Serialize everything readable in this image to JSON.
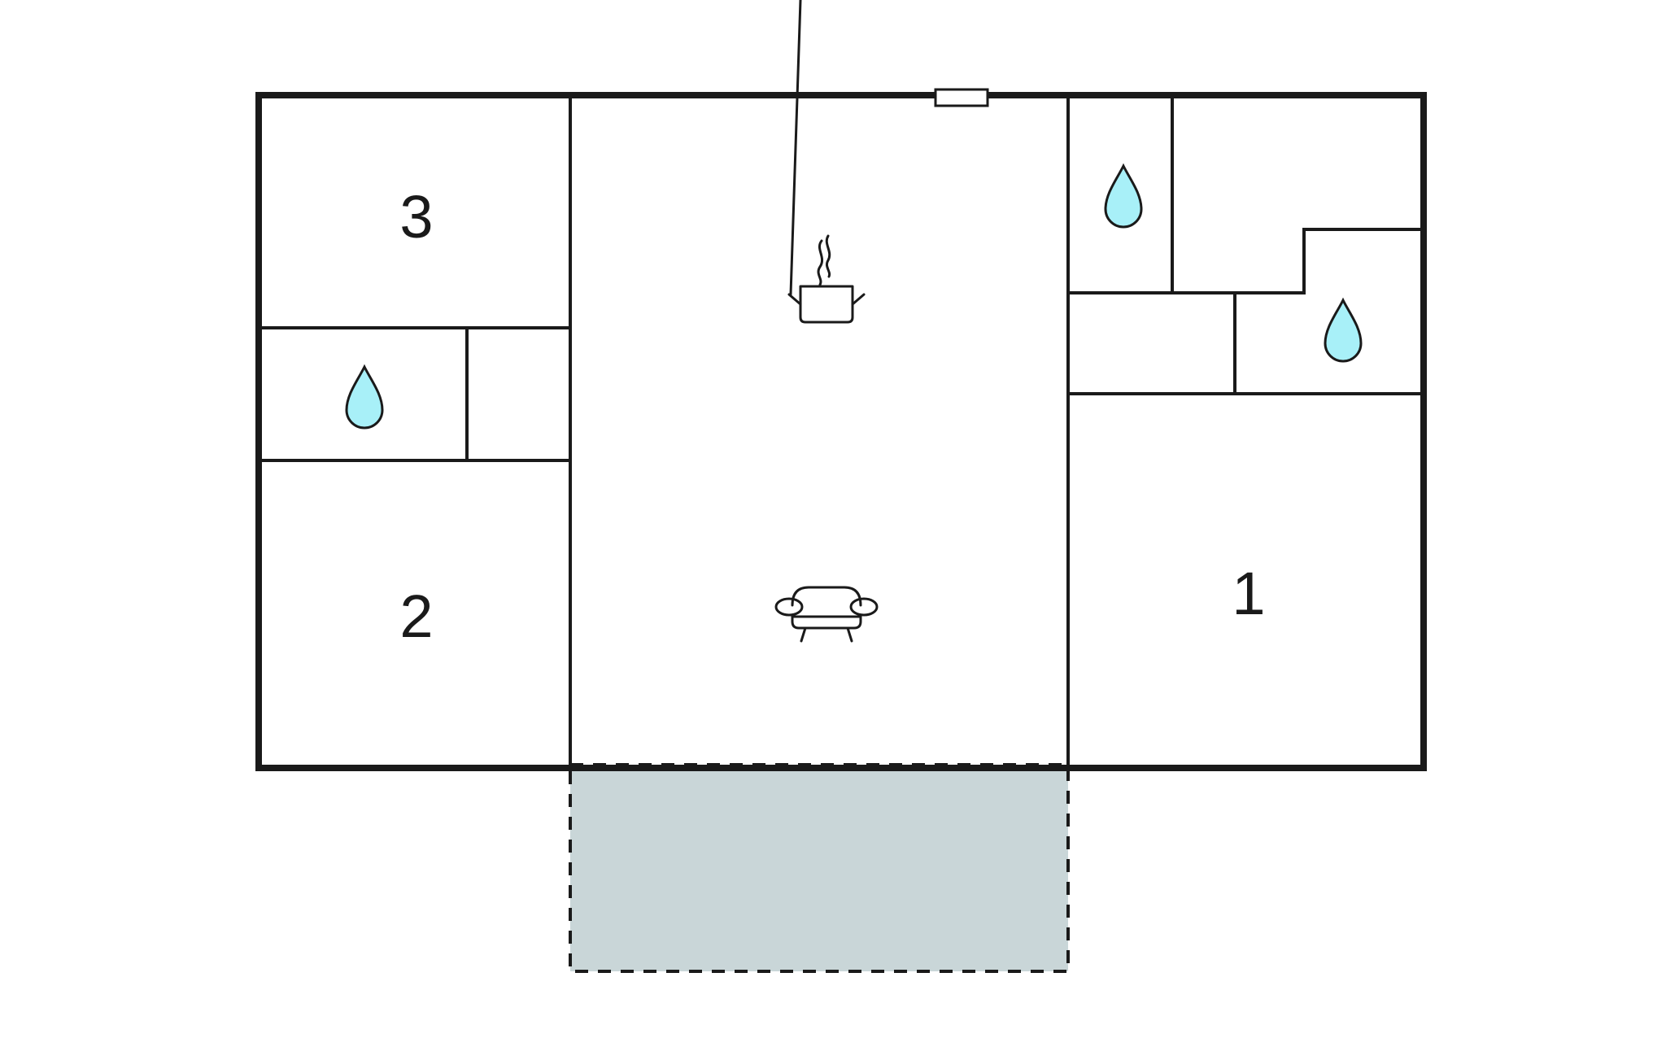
{
  "rooms": {
    "room_3": {
      "number": "3"
    },
    "room_2": {
      "number": "2"
    },
    "room_1": {
      "number": "1"
    }
  },
  "icons": {
    "kitchen": "cooking-pot-icon",
    "living": "sofa-icon",
    "bathroom": "water-drop-icon"
  },
  "colors": {
    "wall": "#1a1a1a",
    "terrace_fill": "#c9d6d8",
    "water_drop_fill": "#a8f0f8",
    "background": "#ffffff"
  }
}
